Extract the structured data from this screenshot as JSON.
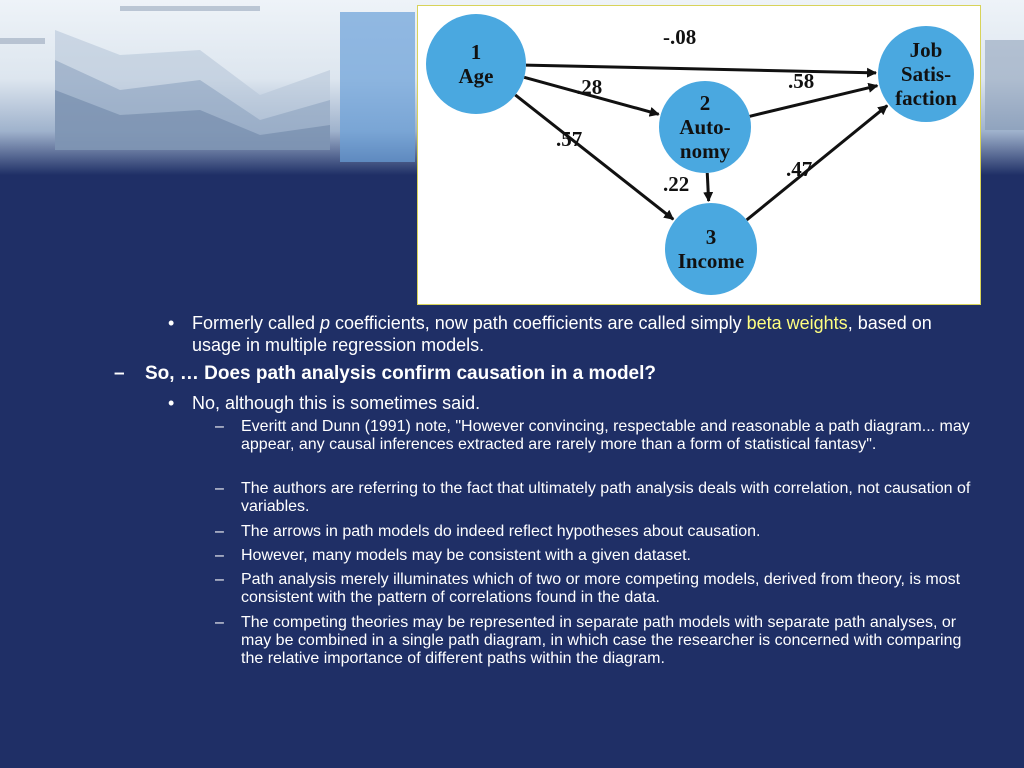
{
  "diagram": {
    "nodes": [
      {
        "id": "age",
        "lines": [
          "1",
          "Age"
        ]
      },
      {
        "id": "autonomy",
        "lines": [
          "2",
          "Auto-",
          "nomy"
        ]
      },
      {
        "id": "income",
        "lines": [
          "3",
          "Income"
        ]
      },
      {
        "id": "job",
        "lines": [
          "Job",
          "Satis-",
          "faction"
        ]
      }
    ],
    "edges": [
      {
        "from": "age",
        "to": "job",
        "label": "-.08"
      },
      {
        "from": "age",
        "to": "autonomy",
        "label": ".28"
      },
      {
        "from": "age",
        "to": "income",
        "label": ".57"
      },
      {
        "from": "autonomy",
        "to": "job",
        "label": ".58"
      },
      {
        "from": "autonomy",
        "to": "income",
        "label": ".22"
      },
      {
        "from": "income",
        "to": "job",
        "label": ".47"
      }
    ],
    "node_color": "#4aa8e0"
  },
  "content": {
    "b1": {
      "bullet": "•",
      "pre": "Formerly called ",
      "italic": "p",
      "mid": " coefficients, now path coefficients are called simply ",
      "highlight": "beta weights",
      "post": ", based on usage in multiple regression models."
    },
    "q": {
      "dash": "–",
      "text": "So, … Does path analysis confirm causation in a model?"
    },
    "b2": {
      "bullet": "•",
      "text": "No, although this is sometimes said."
    },
    "subs": [
      {
        "dash": "–",
        "text": "Everitt and Dunn (1991) note, \"However convincing, respectable and reasonable a path diagram... may appear, any causal inferences extracted are rarely more than a form of statistical fantasy\"."
      },
      {
        "dash": "–",
        "text": "The authors are referring to the fact that ultimately path analysis deals with correlation, not causation of variables."
      },
      {
        "dash": "–",
        "text": "The arrows in path models do indeed reflect hypotheses about causation."
      },
      {
        "dash": "–",
        "text": "However, many models may be consistent with a given dataset."
      },
      {
        "dash": "–",
        "text": "Path analysis merely illuminates which of two or more competing models, derived from theory, is most consistent with the pattern of correlations found in the data."
      },
      {
        "dash": "–",
        "text": "The competing theories may be represented in separate path models with separate path analyses, or may be combined in a single path diagram, in which case the researcher is concerned with comparing the relative importance of different paths within the diagram."
      }
    ],
    "highlight_color": "#ffff80"
  }
}
